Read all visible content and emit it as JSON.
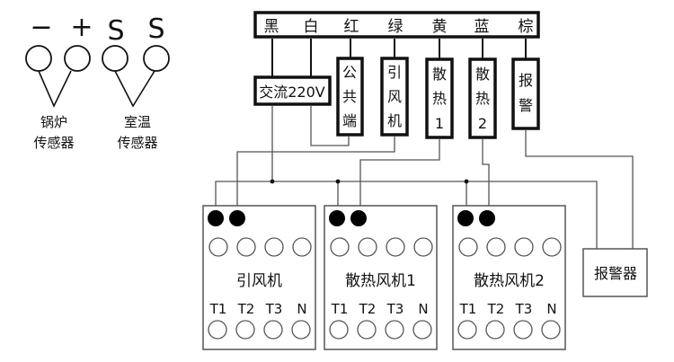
{
  "sensors": {
    "boiler": {
      "signs": [
        "−",
        "+"
      ],
      "label_line1": "锅炉",
      "label_line2": "传感器"
    },
    "room": {
      "signs": [
        "S",
        "S"
      ],
      "label_line1": "室温",
      "label_line2": "传感器"
    }
  },
  "wire_colors": [
    "黑",
    "白",
    "红",
    "绿",
    "黄",
    "蓝",
    "棕"
  ],
  "power_label": "交流220V",
  "functions": [
    {
      "name": "common",
      "chars": [
        "公",
        "共",
        "端"
      ]
    },
    {
      "name": "draft",
      "chars": [
        "引",
        "风",
        "机"
      ]
    },
    {
      "name": "cooling1",
      "chars": [
        "散",
        "热",
        "1"
      ]
    },
    {
      "name": "cooling2",
      "chars": [
        "散",
        "热",
        "2"
      ]
    },
    {
      "name": "alarm",
      "chars": [
        "报",
        "警"
      ]
    }
  ],
  "fans": [
    {
      "title": "引风机",
      "terminals": [
        "T1",
        "T2",
        "T3",
        "N"
      ]
    },
    {
      "title": "散热风机1",
      "terminals": [
        "T1",
        "T2",
        "T3",
        "N"
      ]
    },
    {
      "title": "散热风机2",
      "terminals": [
        "T1",
        "T2",
        "T3",
        "N"
      ]
    }
  ],
  "alarm_device": "报警器"
}
